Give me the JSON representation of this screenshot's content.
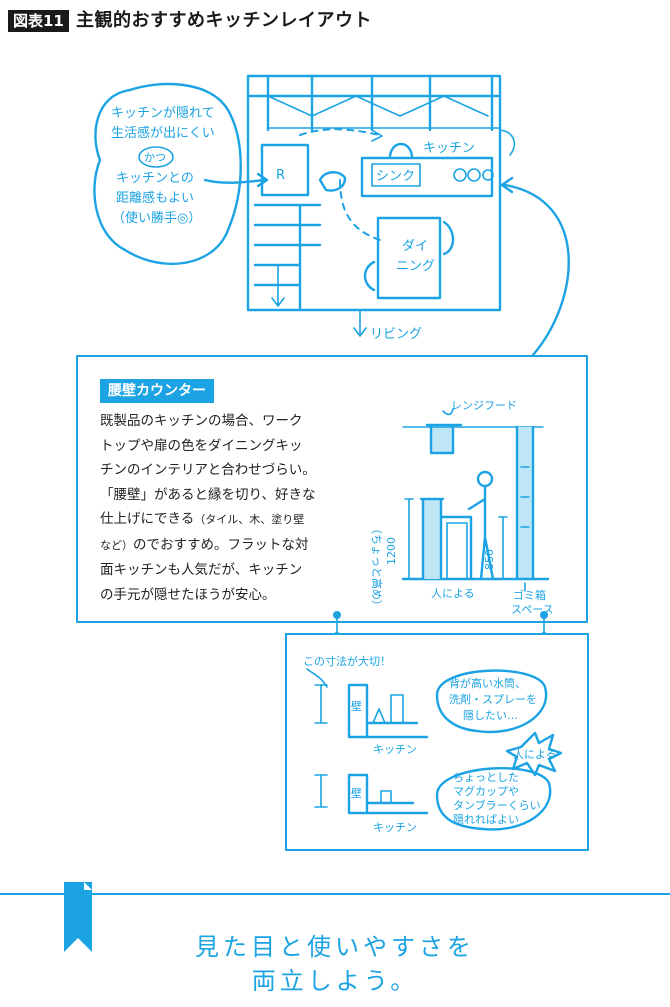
{
  "header": {
    "badge": "図表11",
    "title": "主観的おすすめキッチンレイアウト"
  },
  "plan": {
    "bubble_line1": "キッチンが隠れて",
    "bubble_line2": "生活感が出にくい",
    "bubble_and": "かつ",
    "bubble_line3": "キッチンとの",
    "bubble_line4": "距離感もよい",
    "bubble_line5": "（使い勝手◎）",
    "fridge": "R",
    "kitchen": "キッチン",
    "sink": "シンク",
    "dining_1": "ダイ",
    "dining_2": "ニング",
    "living": "リビング"
  },
  "panel": {
    "tag": "腰壁カウンター",
    "body_1": "既製品のキッチンの場合、ワーク",
    "body_2": "トップや扉の色をダイニングキッ",
    "body_3": "チンのインテリアと合わせづらい。",
    "body_4": "「腰壁」があると縁を切り、好きな",
    "body_5a": "仕上げにできる",
    "body_5b": "（タイル、木、塗り壁",
    "body_6a": "など）",
    "body_6b": "のでおすすめ。フラットな対",
    "body_7": "面キッチンも人気だが、キッチン",
    "body_8": "の手元が隠せたほうが安心。",
    "range_hood": "レンジフード",
    "dim_label": "（ちょっと高め）",
    "dim_1200": "1200",
    "dim_850": "850",
    "by_person": "人による",
    "trash_1": "ゴミ箱",
    "trash_2": "スペース"
  },
  "lower": {
    "note_top": "この寸法が大切！",
    "wall_1": "壁",
    "kitchen_1": "キッチン",
    "bubble1_line1": "背が高い水筒、",
    "bubble1_line2": "洗剤・スプレーを",
    "bubble1_line3": "隠したい…",
    "by_person": "人による",
    "wall_2": "壁",
    "kitchen_2": "キッチン",
    "bubble2_line1": "ちょっとした",
    "bubble2_line2": "マグカップや",
    "bubble2_line3": "タンブラーくらい",
    "bubble2_line4": "隠れればよい"
  },
  "footer": {
    "line1": "見た目と使いやすさを",
    "line2": "両立しよう。"
  },
  "colors": {
    "accent": "#1ba3e3",
    "light_fill": "#bfe6f7",
    "badge": "#1a1a1a"
  }
}
